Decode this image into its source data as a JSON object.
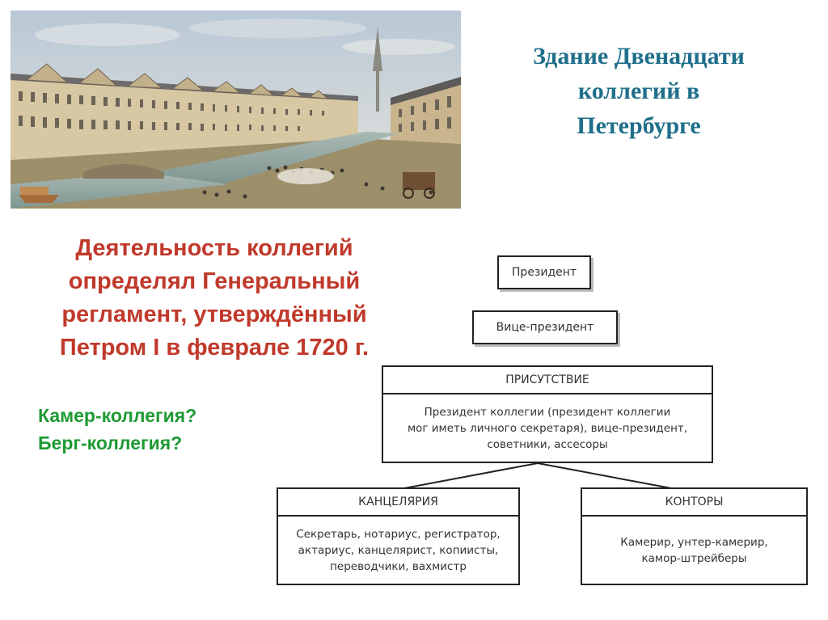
{
  "title": {
    "lines": [
      "Здание Двенадцати",
      "коллегий в",
      "Петербурге"
    ],
    "color": "#1f6f8b"
  },
  "regulation": {
    "lines": [
      "Деятельность коллегий",
      "определял Генеральный",
      "регламент, утверждённый",
      "Петром I в феврале 1720  г."
    ],
    "color": "#c0392b"
  },
  "questions": {
    "lines": [
      "Камер-коллегия?",
      "Берг-коллегия?"
    ],
    "color": "#1e9a33"
  },
  "diagram": {
    "president": "Президент",
    "vice_president": "Вице-президент",
    "presence": {
      "header": "ПРИСУТСТВИЕ",
      "lines": [
        "Президент коллегии (президент коллегии",
        "мог иметь личного секретаря), вице-президент,",
        "советники, ассесоры"
      ]
    },
    "chancellery": {
      "header": "КАНЦЕЛЯРИЯ",
      "lines": [
        "Секретарь, нотариус, регистратор,",
        "актариус, канцелярист, копиисты,",
        "переводчики, вахмистр"
      ]
    },
    "offices": {
      "header": "КОНТОРЫ",
      "lines": [
        "Камерир, унтер-камерир,",
        "камор-штрейберы"
      ]
    }
  }
}
